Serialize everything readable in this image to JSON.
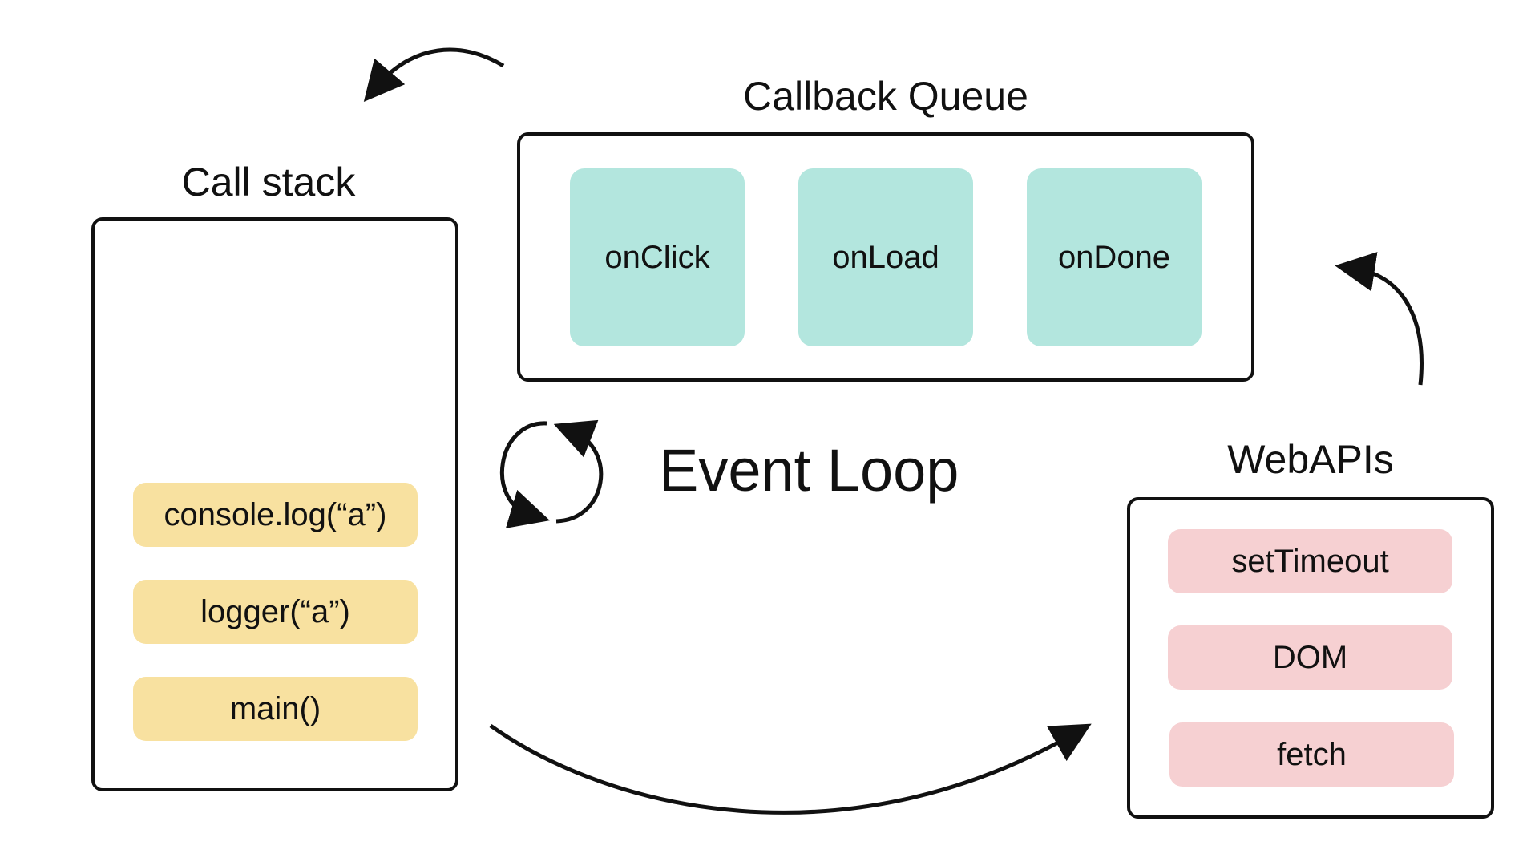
{
  "call_stack": {
    "title": "Call stack",
    "items": [
      {
        "label": "console.log(“a”)"
      },
      {
        "label": "logger(“a”)"
      },
      {
        "label": "main()"
      }
    ]
  },
  "callback_queue": {
    "title": "Callback Queue",
    "items": [
      {
        "label": "onClick"
      },
      {
        "label": "onLoad"
      },
      {
        "label": "onDone"
      }
    ]
  },
  "web_apis": {
    "title": "WebAPIs",
    "items": [
      {
        "label": "setTimeout"
      },
      {
        "label": "DOM"
      },
      {
        "label": "fetch"
      }
    ]
  },
  "event_loop": {
    "label": "Event Loop"
  },
  "colors": {
    "stack_item": "#f8e1a0",
    "queue_item": "#b3e6de",
    "api_item": "#f6d0d2",
    "stroke": "#111111"
  }
}
